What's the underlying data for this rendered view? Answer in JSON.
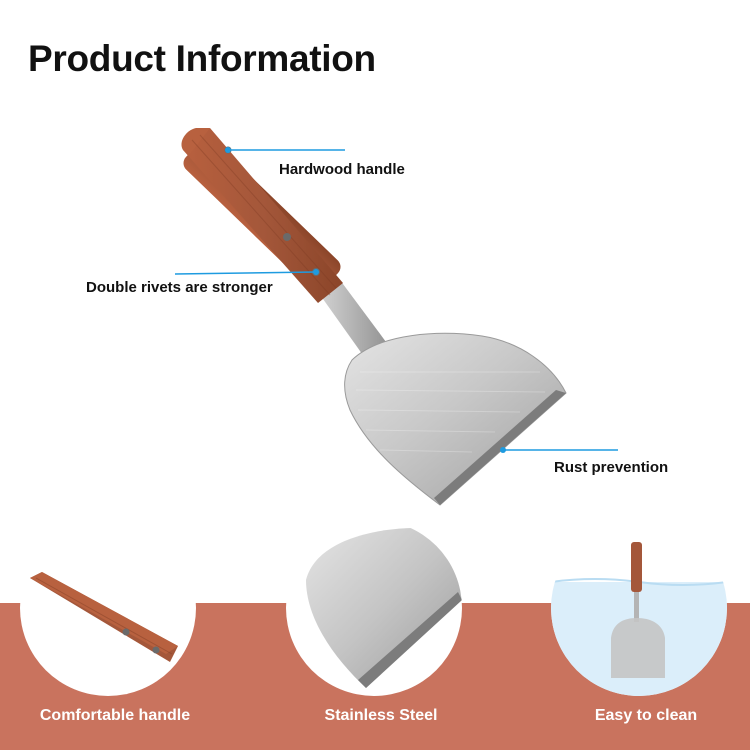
{
  "page": {
    "title": "Product Information"
  },
  "callouts": [
    {
      "label": "Hardwood handle"
    },
    {
      "label": "Double rivets are stronger"
    },
    {
      "label": "Rust prevention"
    }
  ],
  "features": [
    {
      "label": "Comfortable handle",
      "icon": "wood-handle-closeup"
    },
    {
      "label": "Stainless Steel",
      "icon": "steel-blade-closeup"
    },
    {
      "label": "Easy to clean",
      "icon": "spatula-in-water"
    }
  ],
  "colors": {
    "band": "#c9735e",
    "callout_line": "#1e9be0",
    "wood": "#a4573a",
    "steel": "#c9c9c9"
  }
}
